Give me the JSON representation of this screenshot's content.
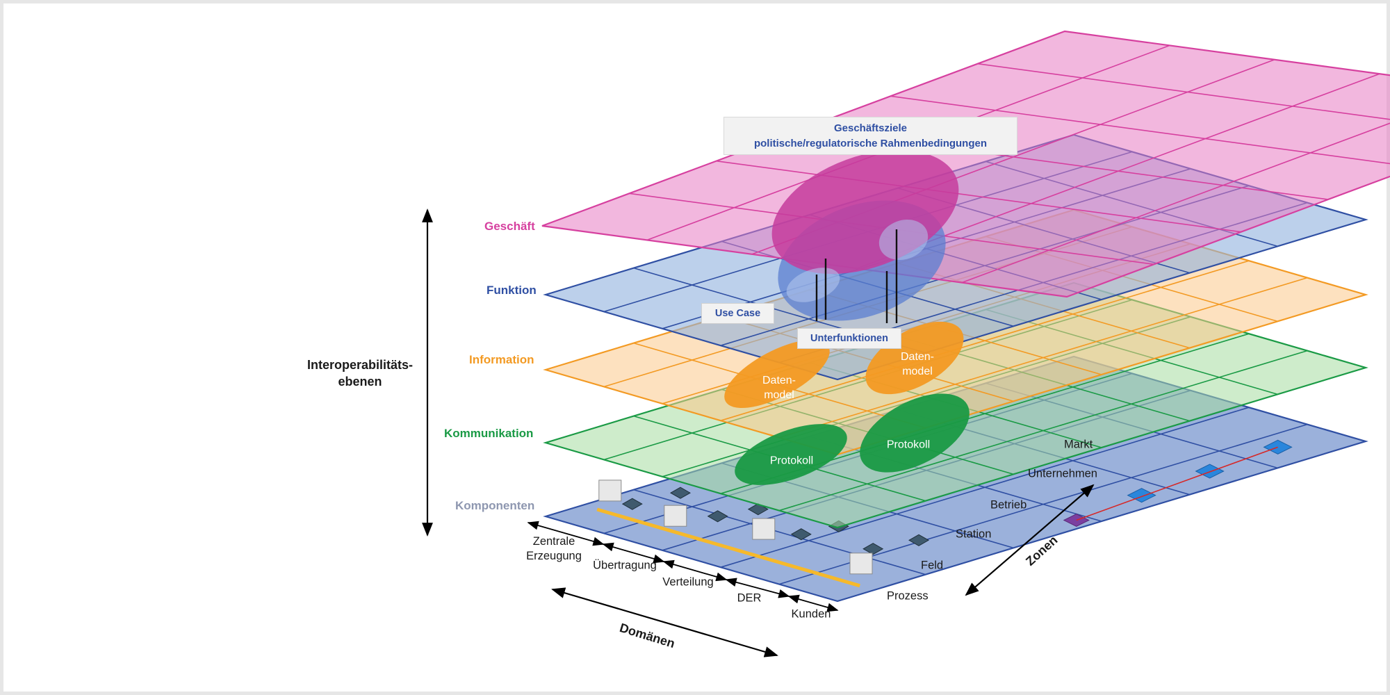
{
  "layers": {
    "business": "Geschäft",
    "function": "Funktion",
    "information": "Information",
    "communication": "Kommunikation",
    "component": "Komponenten"
  },
  "interop_axis": {
    "line1": "Interoperabilitäts-",
    "line2": "ebenen"
  },
  "business_box": {
    "line1": "Geschäftsziele",
    "line2": "politische/regulatorische Rahmenbedingungen"
  },
  "use_case": "Use Case",
  "subfunctions": "Unterfunktionen",
  "data_model": {
    "line1": "Daten-",
    "line2": "model"
  },
  "protocol": "Protokoll",
  "domains": {
    "title": "Domänen",
    "central_line1": "Zentrale",
    "central_line2": "Erzeugung",
    "transmission": "Übertragung",
    "distribution": "Verteilung",
    "der": "DER",
    "customer": "Kunden"
  },
  "zones": {
    "title": "Zonen",
    "market": "Markt",
    "enterprise": "Unternehmen",
    "operation": "Betrieb",
    "station": "Station",
    "field": "Feld",
    "process": "Prozess"
  },
  "colors": {
    "business": "#d6409f",
    "function": "#2f4fa3",
    "information": "#f39a23",
    "communication": "#1a9a45",
    "component": "#8e97b0"
  }
}
